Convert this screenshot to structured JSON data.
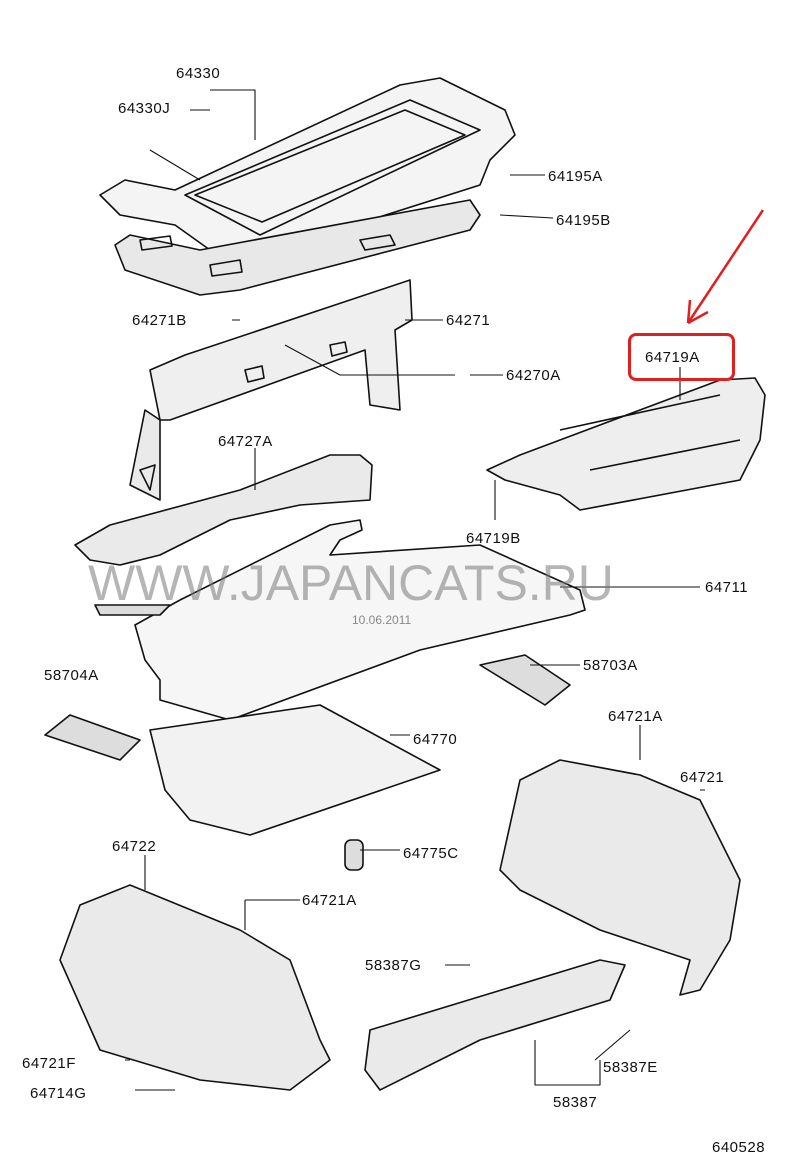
{
  "watermark": "WWW.JAPANCATS.RU",
  "date": "10.06.2011",
  "diagram_code": "640528",
  "highlight_color": "#e02020",
  "highlighted_part": "64719A",
  "labels": {
    "p64330": "64330",
    "p64330J": "64330J",
    "p64195A": "64195A",
    "p64195B": "64195B",
    "p64271B": "64271B",
    "p64271": "64271",
    "p64270A": "64270A",
    "p64719A": "64719A",
    "p64727A": "64727A",
    "p64719B": "64719B",
    "p64711": "64711",
    "p58704A": "58704A",
    "p58703A": "58703A",
    "p64770": "64770",
    "p64721A_top": "64721A",
    "p64721": "64721",
    "p64722": "64722",
    "p64775C": "64775C",
    "p64721A_bottom": "64721A",
    "p58387G": "58387G",
    "p64721F": "64721F",
    "p64714G": "64714G",
    "p58387E": "58387E",
    "p58387": "58387"
  }
}
